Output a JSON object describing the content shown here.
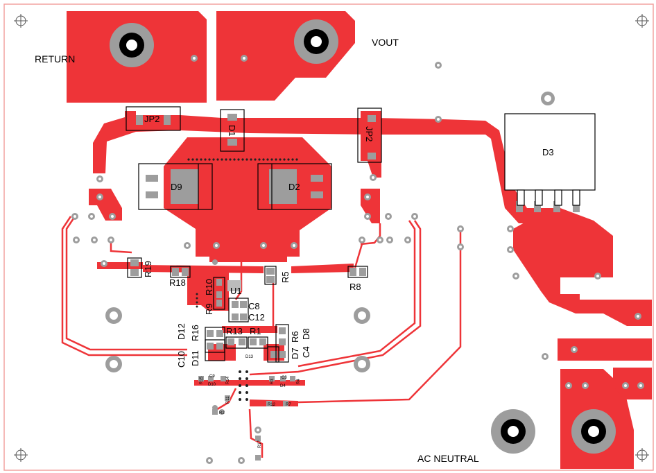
{
  "labels": {
    "return": "RETURN",
    "vout": "VOUT",
    "ac_neutral": "AC NEUTRAL"
  },
  "designators": {
    "jp2_left": "JP2",
    "jp2_right": "JP2",
    "d1": "D1",
    "d2": "D2",
    "d3": "D3",
    "d9": "D9",
    "r19": "R19",
    "r18": "R18",
    "r10": "R10",
    "u1": "U1",
    "r9": "R9",
    "c8": "C8",
    "c12": "C12",
    "r5": "R5",
    "r8": "R8",
    "d12": "D12",
    "c10": "C10",
    "r16": "R16",
    "d11": "D11",
    "r13": "R13",
    "r1": "R1",
    "r6": "R6",
    "d8": "D8",
    "d7": "D7",
    "c4": "C4",
    "d13": "D13",
    "r15": "R15",
    "c9": "C9",
    "r14": "R14",
    "d10": "D10",
    "r3": "R3",
    "c3": "C3",
    "r4": "R4",
    "d4": "D4",
    "r11": "R11",
    "r12": "R12",
    "r7": "R7",
    "r2": "R2",
    "r17": "R17"
  },
  "colors": {
    "copper": "#ee3438",
    "pad": "#9d9d9d",
    "board_outline": "#f2a3a0",
    "silkscreen": "#000000"
  }
}
